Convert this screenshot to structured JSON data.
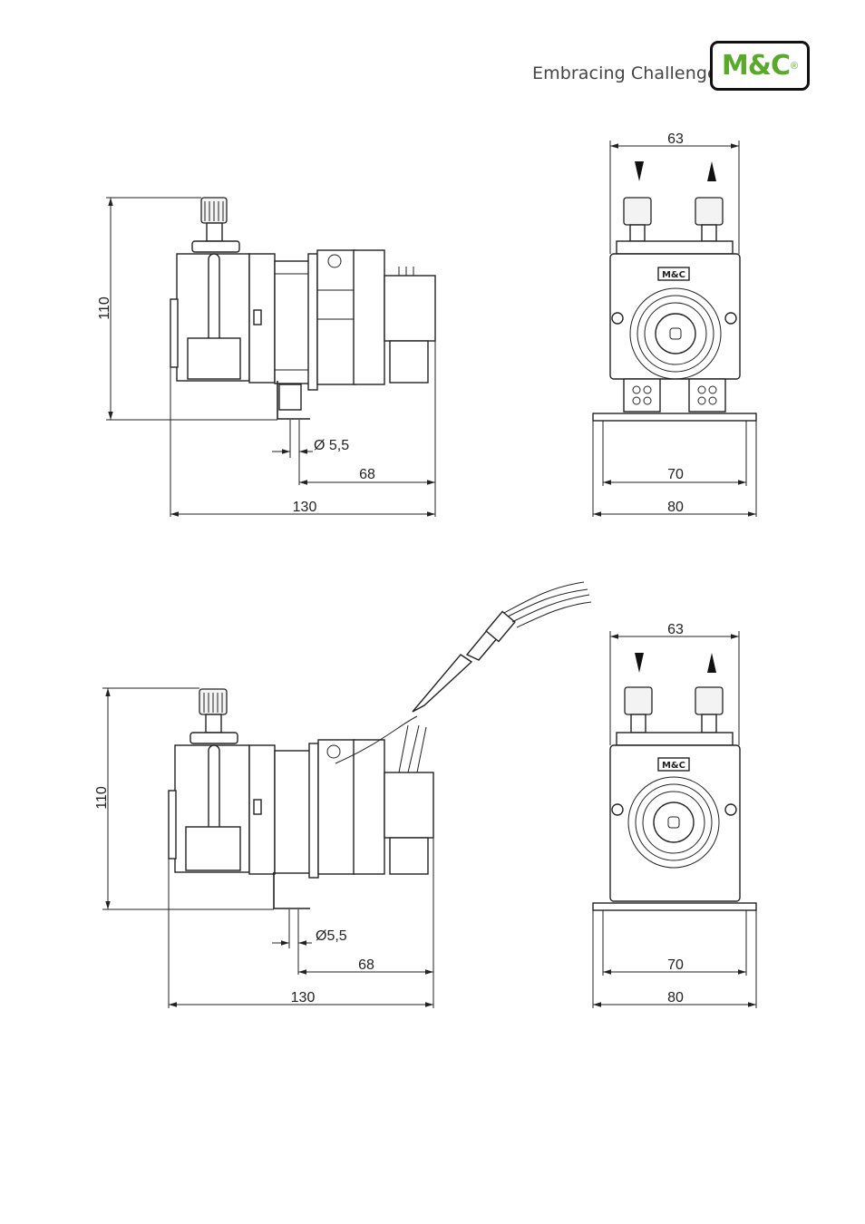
{
  "header": {
    "tagline": "Embracing Challenge",
    "logo_text": "M&C",
    "logo_mark": "®",
    "brand_color": "#5aaa2a"
  },
  "drawings": {
    "top_side": {
      "height": "110",
      "hole": "Ø 5,5",
      "depth": "68",
      "length": "130"
    },
    "top_front": {
      "top_width": "63",
      "inner_width": "70",
      "base_width": "80",
      "badge": "M&C"
    },
    "bottom_side": {
      "height": "110",
      "hole": "Ø5,5",
      "depth": "68",
      "length": "130"
    },
    "bottom_front": {
      "top_width": "63",
      "inner_width": "70",
      "base_width": "80",
      "badge": "M&C"
    }
  }
}
